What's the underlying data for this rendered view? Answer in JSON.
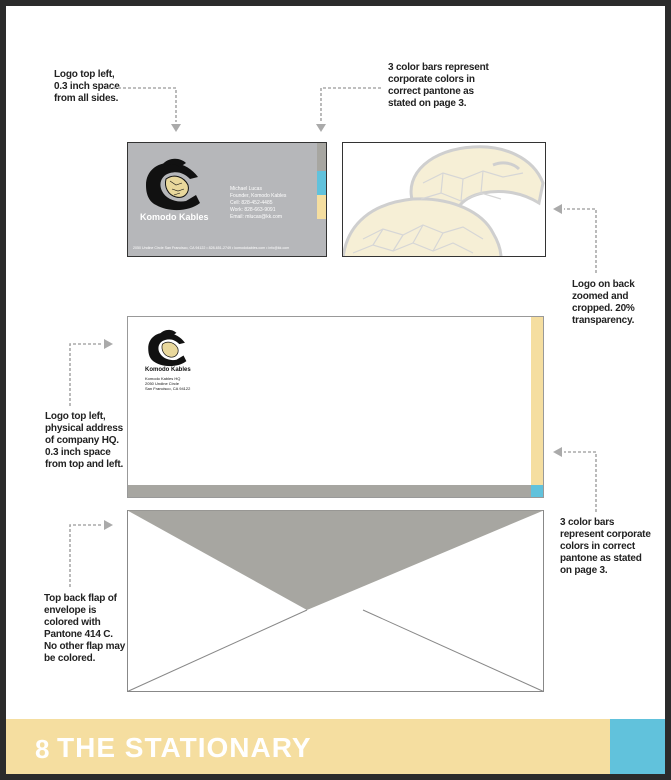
{
  "notes": {
    "logo_card": "Logo top left,\n0.3 inch space\nfrom all sides.",
    "color_bars_card": "3 color bars represent\ncorporate colors in\ncorrect pantone as\nstated on page 3.",
    "logo_back": "Logo on back\nzoomed and\ncropped. 20%\ntransparency.",
    "logo_letterhead": "Logo top left,\nphysical address\nof company HQ.\n0.3 inch space\nfrom top and left.",
    "color_bars_letterhead": "3 color bars\nrepresent corporate\ncolors in correct\npantone as stated\non page 3.",
    "envelope_flap": "Top back flap of\nenvelope is\ncolored with\nPantone 414 C.\nNo other flap may\nbe colored."
  },
  "business_card": {
    "brand": "Komodo Kables",
    "info": "Michael Lucas\nFounder, Komodo Kables\nCell: 828-452-4485\nWork: 828-663-9091\nEmail: mlucas@kk.com",
    "footer": "2050 Undine Circle San Francisco, CA 94122  •  828-651-2749  •  komodokables.com  •  info@kk.com"
  },
  "letterhead": {
    "company": "Komodo Kables",
    "address": "Komodo Kables HQ\n2050 Undine Circle\nSan Francisco, CA 94122"
  },
  "colors": {
    "gray": "#a7a6a1",
    "yellow": "#f5dea0",
    "blue": "#61c2dc",
    "card_gray": "#b6b7ba"
  },
  "footer": {
    "page_number": "8",
    "title": "THE STATIONARY"
  }
}
